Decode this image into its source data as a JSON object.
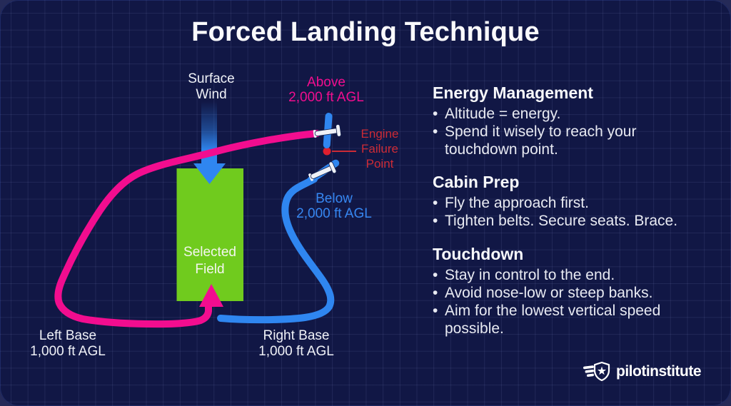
{
  "title": "Forced Landing Technique",
  "colors": {
    "path_pink": "#F20D8F",
    "path_blue": "#2F86F0",
    "field_green": "#70CB1E",
    "alert_red": "#CC2B36",
    "dot_red": "#DE1F2E",
    "background": "#111745"
  },
  "bullet_char": "•",
  "diagram": {
    "surface_wind": {
      "line1": "Surface",
      "line2": "Wind"
    },
    "above_label": {
      "line1": "Above",
      "line2": "2,000 ft AGL"
    },
    "below_label": {
      "line1": "Below",
      "line2": "2,000 ft AGL"
    },
    "engine_failure": {
      "line1": "Engine",
      "line2": "Failure",
      "line3": "Point"
    },
    "selected_field": {
      "line1": "Selected",
      "line2": "Field"
    },
    "left_base": {
      "line1": "Left Base",
      "line2": "1,000 ft AGL"
    },
    "right_base": {
      "line1": "Right Base",
      "line2": "1,000 ft AGL"
    }
  },
  "sections": [
    {
      "heading": "Energy Management",
      "lines": [
        {
          "text": "Altitude = energy."
        },
        {
          "text": "Spend it wisely to reach your"
        },
        {
          "text": "touchdown point."
        }
      ]
    },
    {
      "heading": "Cabin Prep",
      "lines": [
        {
          "text": "Fly the approach first."
        },
        {
          "text": "Tighten belts. Secure seats. Brace."
        }
      ]
    },
    {
      "heading": "Touchdown",
      "lines": [
        {
          "text": "Stay in control to the end."
        },
        {
          "text": "Avoid nose-low or steep banks."
        },
        {
          "text": "Aim for the lowest vertical speed"
        },
        {
          "text": "possible."
        }
      ]
    }
  ],
  "logo": {
    "text": "pilotinstitute"
  }
}
